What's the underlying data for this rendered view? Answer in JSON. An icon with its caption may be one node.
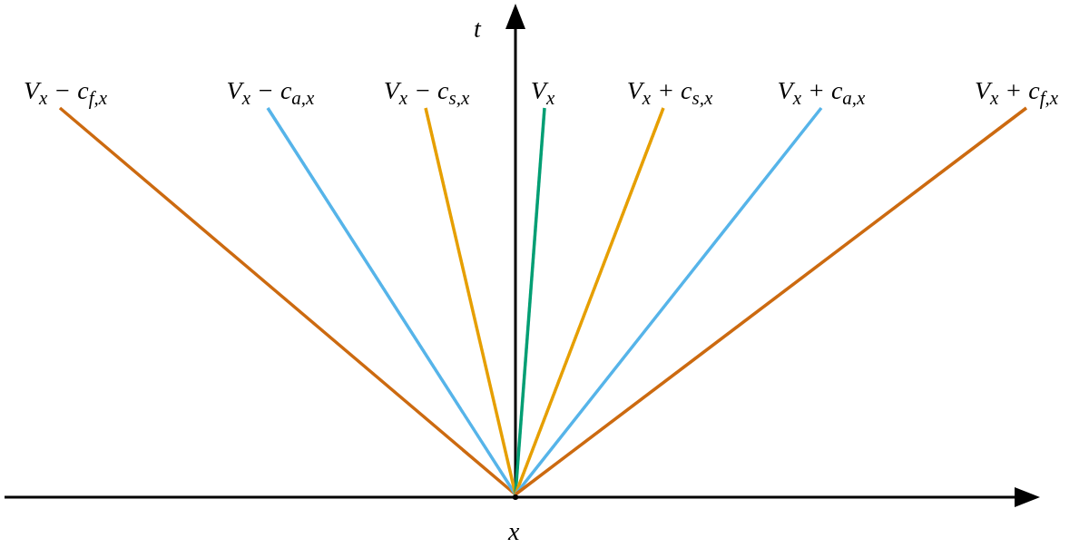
{
  "diagram": {
    "nodes": [
      {
        "text": [
          "V$_{x}$ − c$_{f,x}$"
        ]
      },
      {
        "text": [
          "V$_{x}$ − c$_{a,x}$"
        ]
      },
      {
        "text": [
          "V$_{x}$ − c$_{s,x}$"
        ]
      },
      {
        "text": [
          "V$_{x}$"
        ]
      },
      {
        "text": [
          "V$_{x}$ + c$_{s,x}$"
        ]
      },
      {
        "text": [
          "V$_{x}$ + c$_{a,x}$"
        ]
      },
      {
        "text": [
          "V$_{x}$ + c$_{f,x}$"
        ]
      },
      {
        "text": [],
        "shape": "point"
      }
    ],
    "edges": [
      {
        "from": 7,
        "to": 0,
        "arrow": "none",
        "color": "#cc6a10"
      },
      {
        "from": 7,
        "to": 1,
        "arrow": "none",
        "color": "#56b4e9"
      },
      {
        "from": 7,
        "to": 2,
        "arrow": "none",
        "color": "#e69f00"
      },
      {
        "from": 7,
        "to": 3,
        "arrow": "none",
        "color": "#009e73"
      },
      {
        "from": 7,
        "to": 4,
        "arrow": "none",
        "color": "#e69f00"
      },
      {
        "from": 7,
        "to": 5,
        "arrow": "none",
        "color": "#56b4e9"
      },
      {
        "from": 7,
        "to": 6,
        "arrow": "none",
        "color": "#cc6a10"
      }
    ],
    "labels": [
      "t",
      "x"
    ]
  }
}
